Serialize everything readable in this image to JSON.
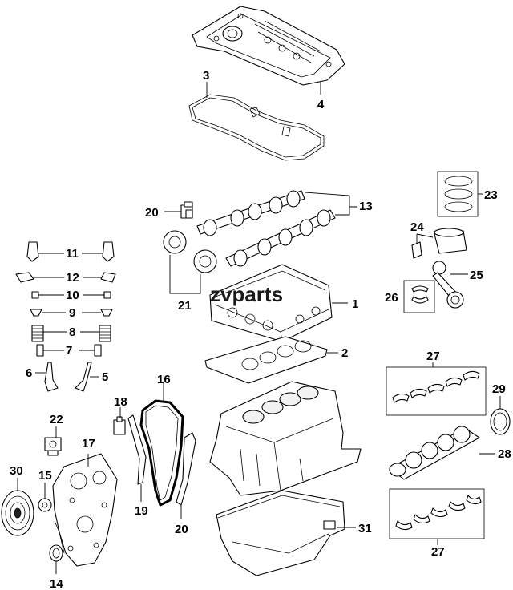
{
  "diagram": {
    "watermark": "zvparts",
    "callouts": {
      "c1": "1",
      "c2": "2",
      "c3": "3",
      "c4": "4",
      "c5": "5",
      "c6": "6",
      "c7": "7",
      "c8": "8",
      "c9": "9",
      "c10": "10",
      "c11": "11",
      "c12": "12",
      "c13": "13",
      "c14": "14",
      "c15": "15",
      "c16": "16",
      "c17": "17",
      "c18": "18",
      "c19": "19",
      "c20a": "20",
      "c20b": "20",
      "c21": "21",
      "c22": "22",
      "c23": "23",
      "c24": "24",
      "c25": "25",
      "c26": "26",
      "c27a": "27",
      "c27b": "27",
      "c28": "28",
      "c29": "29",
      "c30": "30",
      "c31": "31"
    }
  }
}
